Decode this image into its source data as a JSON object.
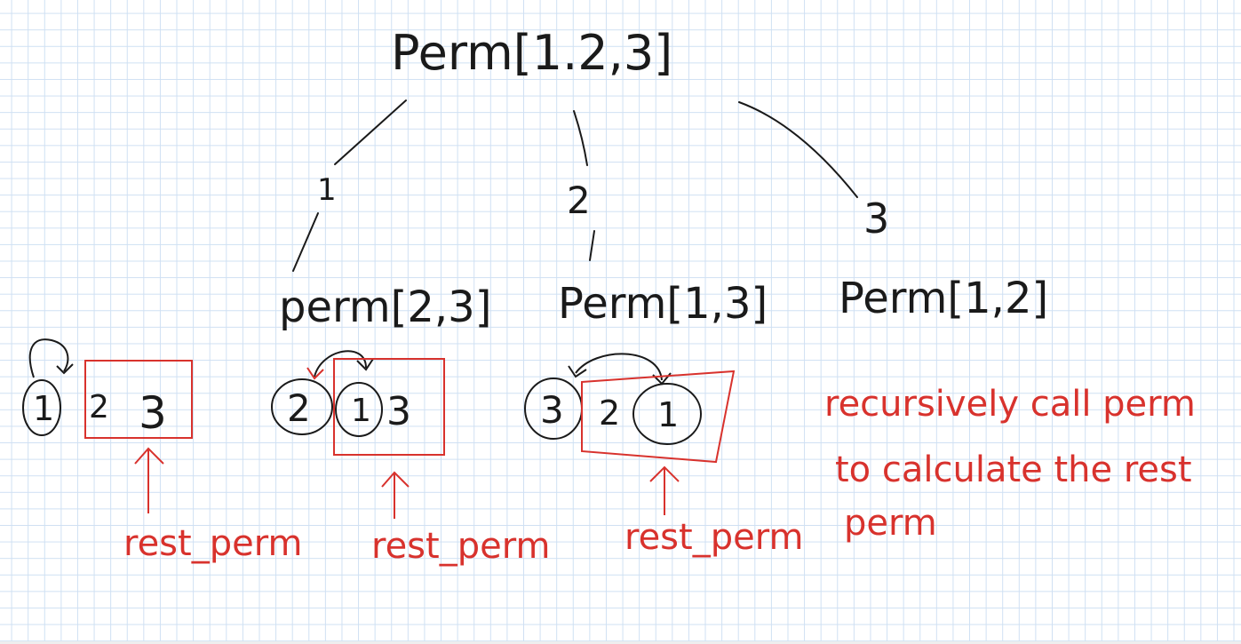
{
  "root": {
    "label": "Perm[1.2,3]"
  },
  "branches": [
    {
      "edge_label": "1",
      "call": "perm[2,3]",
      "chosen": "1",
      "rest": [
        "2",
        "3"
      ],
      "rest_label": "rest_perm"
    },
    {
      "edge_label": "2",
      "call": "Perm[1,3]",
      "chosen": "2",
      "rest": [
        "1",
        "3"
      ],
      "rest_label": "rest_perm"
    },
    {
      "edge_label": "3",
      "call": "Perm[1,2]",
      "chosen": "3",
      "rest": [
        "2",
        "1"
      ],
      "rest_label": "rest_perm"
    }
  ],
  "note": {
    "line1": "recursively call perm",
    "line2": "to calculate the rest",
    "line3": "perm"
  },
  "colors": {
    "ink": "#1a1a1a",
    "annotation": "#d8322d",
    "grid": "#cfe0f3"
  }
}
